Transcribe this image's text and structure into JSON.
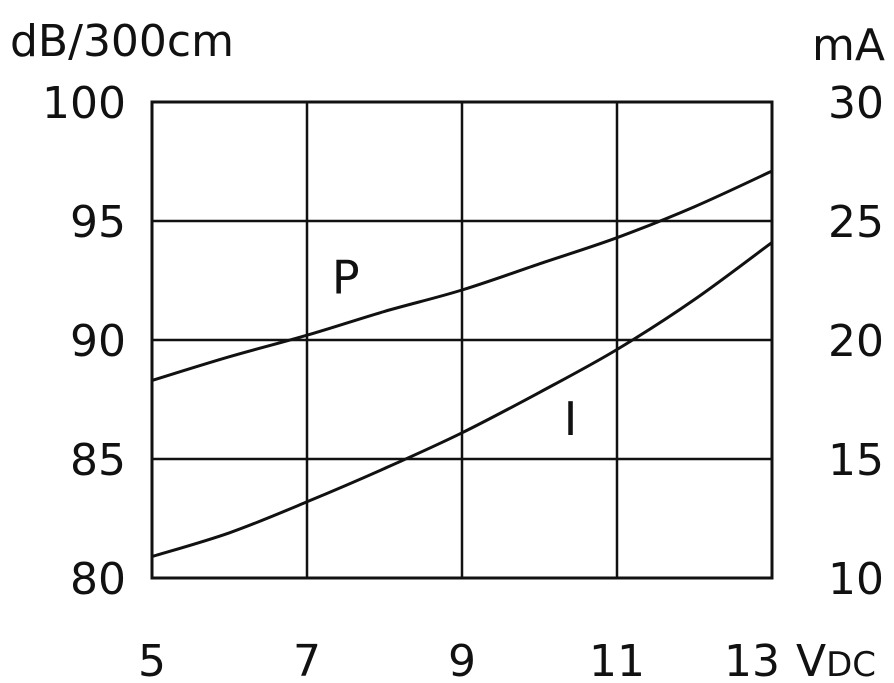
{
  "chart_data": {
    "type": "line",
    "left_unit": "dB/300cm",
    "right_unit": "mA",
    "x_unit_main": "V",
    "x_unit_sub": "DC",
    "x": [
      5,
      7,
      9,
      11,
      13
    ],
    "x_ticks": [
      "5",
      "7",
      "9",
      "11",
      "13"
    ],
    "xlim": [
      5,
      13
    ],
    "y_left_ticks": [
      "100",
      "95",
      "90",
      "85",
      "80"
    ],
    "y_left_lim": [
      80,
      100
    ],
    "y_right_ticks": [
      "30",
      "25",
      "20",
      "15",
      "10"
    ],
    "y_right_lim": [
      10,
      30
    ],
    "grid": true,
    "series": [
      {
        "name": "P",
        "axis": "left",
        "x": [
          5,
          6,
          7,
          8,
          9,
          10,
          11,
          12,
          13
        ],
        "values": [
          88.3,
          89.3,
          90.2,
          91.2,
          92.1,
          93.2,
          94.3,
          95.6,
          97.1
        ]
      },
      {
        "name": "I",
        "axis": "right",
        "x": [
          5,
          6,
          7,
          8,
          9,
          10,
          11,
          12,
          13
        ],
        "values": [
          10.9,
          11.9,
          13.2,
          14.6,
          16.1,
          17.8,
          19.6,
          21.7,
          24.1
        ]
      }
    ]
  }
}
